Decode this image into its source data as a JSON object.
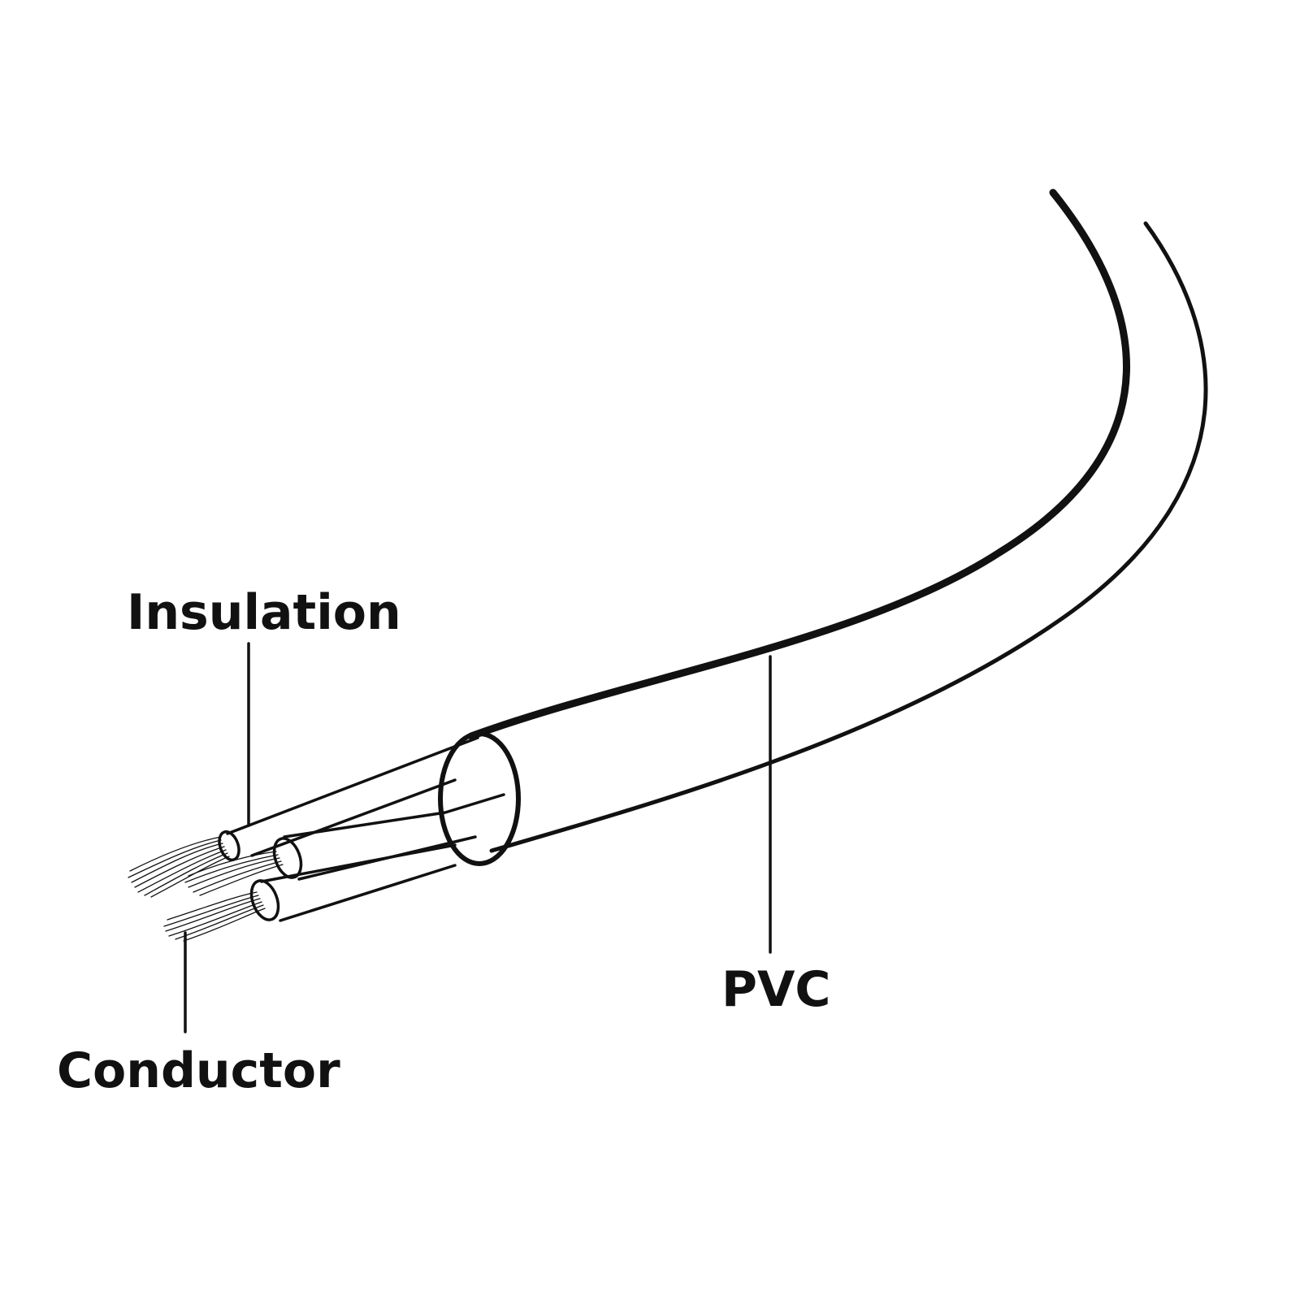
{
  "colors": {
    "background": "#ffffff",
    "stroke": "#111111"
  },
  "labels": {
    "insulation": "Insulation",
    "conductor": "Conductor",
    "pvc": "PVC"
  }
}
